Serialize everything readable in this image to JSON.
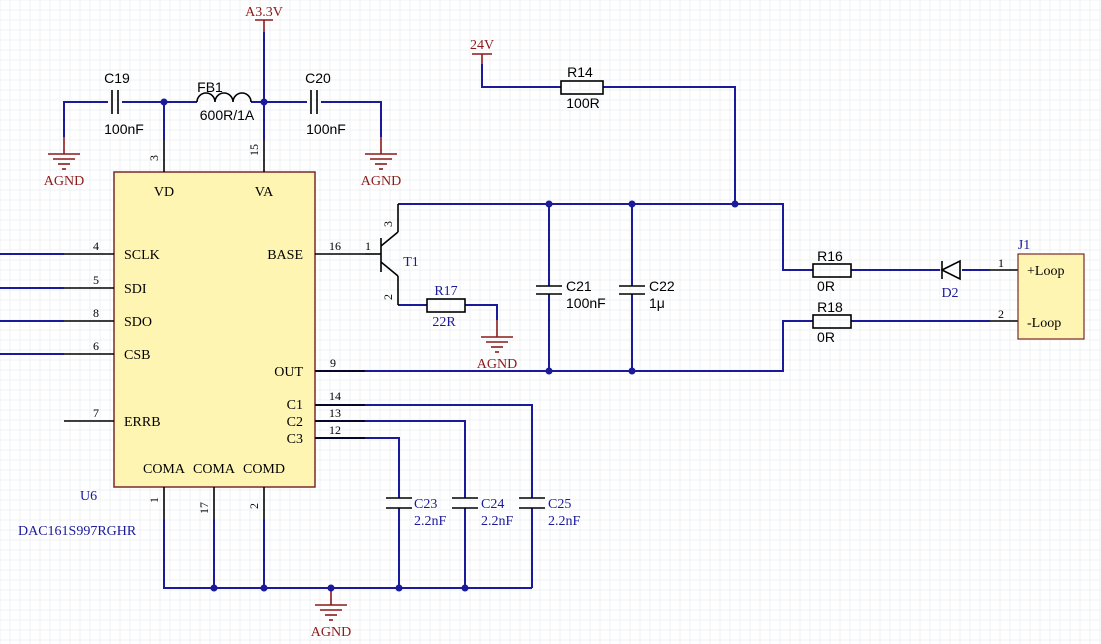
{
  "colors": {
    "wire": "#1a1a9a",
    "power": "#8b1a1a",
    "chip_fill": "#fff5b3",
    "chip_border": "#7a2a2a",
    "junction": "#1a1a9a"
  },
  "power": {
    "a33": "A3.3V",
    "v24": "24V",
    "agnd": "AGND"
  },
  "u6": {
    "designator": "U6",
    "part": "DAC161S997RGHR",
    "pins": {
      "vd": {
        "name": "VD",
        "num": "3"
      },
      "va": {
        "name": "VA",
        "num": "15"
      },
      "sclk": {
        "name": "SCLK",
        "num": "4"
      },
      "sdi": {
        "name": "SDI",
        "num": "5"
      },
      "sdo": {
        "name": "SDO",
        "num": "8"
      },
      "csb": {
        "name": "CSB",
        "num": "6"
      },
      "errb": {
        "name": "ERRB",
        "num": "7"
      },
      "base": {
        "name": "BASE",
        "num": "16"
      },
      "out": {
        "name": "OUT",
        "num": "9"
      },
      "c1": {
        "name": "C1",
        "num": "14"
      },
      "c2": {
        "name": "C2",
        "num": "13"
      },
      "c3": {
        "name": "C3",
        "num": "12"
      },
      "coma1": {
        "name": "COMA",
        "num": "1"
      },
      "coma2": {
        "name": "COMA",
        "num": "17"
      },
      "comd": {
        "name": "COMD",
        "num": "2"
      }
    }
  },
  "c19": {
    "designator": "C19",
    "value": "100nF"
  },
  "fb1": {
    "designator": "FB1",
    "value": "600R/1A"
  },
  "c20": {
    "designator": "C20",
    "value": "100nF"
  },
  "r14": {
    "designator": "R14",
    "value": "100R"
  },
  "t1": {
    "designator": "T1",
    "pin_base": "1",
    "pin_collector": "3",
    "pin_emitter": "2"
  },
  "r17": {
    "designator": "R17",
    "value": "22R"
  },
  "c21": {
    "designator": "C21",
    "value": "100nF"
  },
  "c22": {
    "designator": "C22",
    "value": "1μ"
  },
  "r16": {
    "designator": "R16",
    "value": "0R"
  },
  "r18": {
    "designator": "R18",
    "value": "0R"
  },
  "d2": {
    "designator": "D2"
  },
  "j1": {
    "designator": "J1",
    "pin1_num": "1",
    "pin1_name": "+Loop",
    "pin2_num": "2",
    "pin2_name": "-Loop"
  },
  "c23": {
    "designator": "C23",
    "value": "2.2nF"
  },
  "c24": {
    "designator": "C24",
    "value": "2.2nF"
  },
  "c25": {
    "designator": "C25",
    "value": "2.2nF"
  }
}
